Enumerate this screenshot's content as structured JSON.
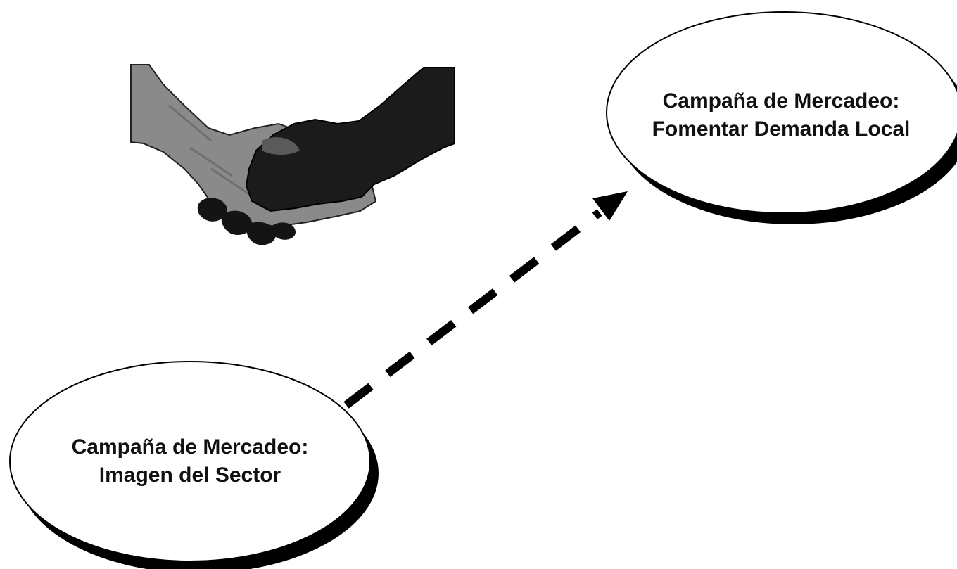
{
  "nodes": {
    "target": {
      "line1": "Campaña de Mercadeo:",
      "line2": "Fomentar Demanda Local"
    },
    "source": {
      "line1": "Campaña de Mercadeo:",
      "line2": "Imagen del Sector"
    }
  },
  "edge": {
    "style": "dashed",
    "direction": "source-to-target"
  },
  "decoration": {
    "icon": "handshake-icon"
  },
  "colors": {
    "stroke": "#000000",
    "fill": "#ffffff",
    "text": "#111111"
  }
}
